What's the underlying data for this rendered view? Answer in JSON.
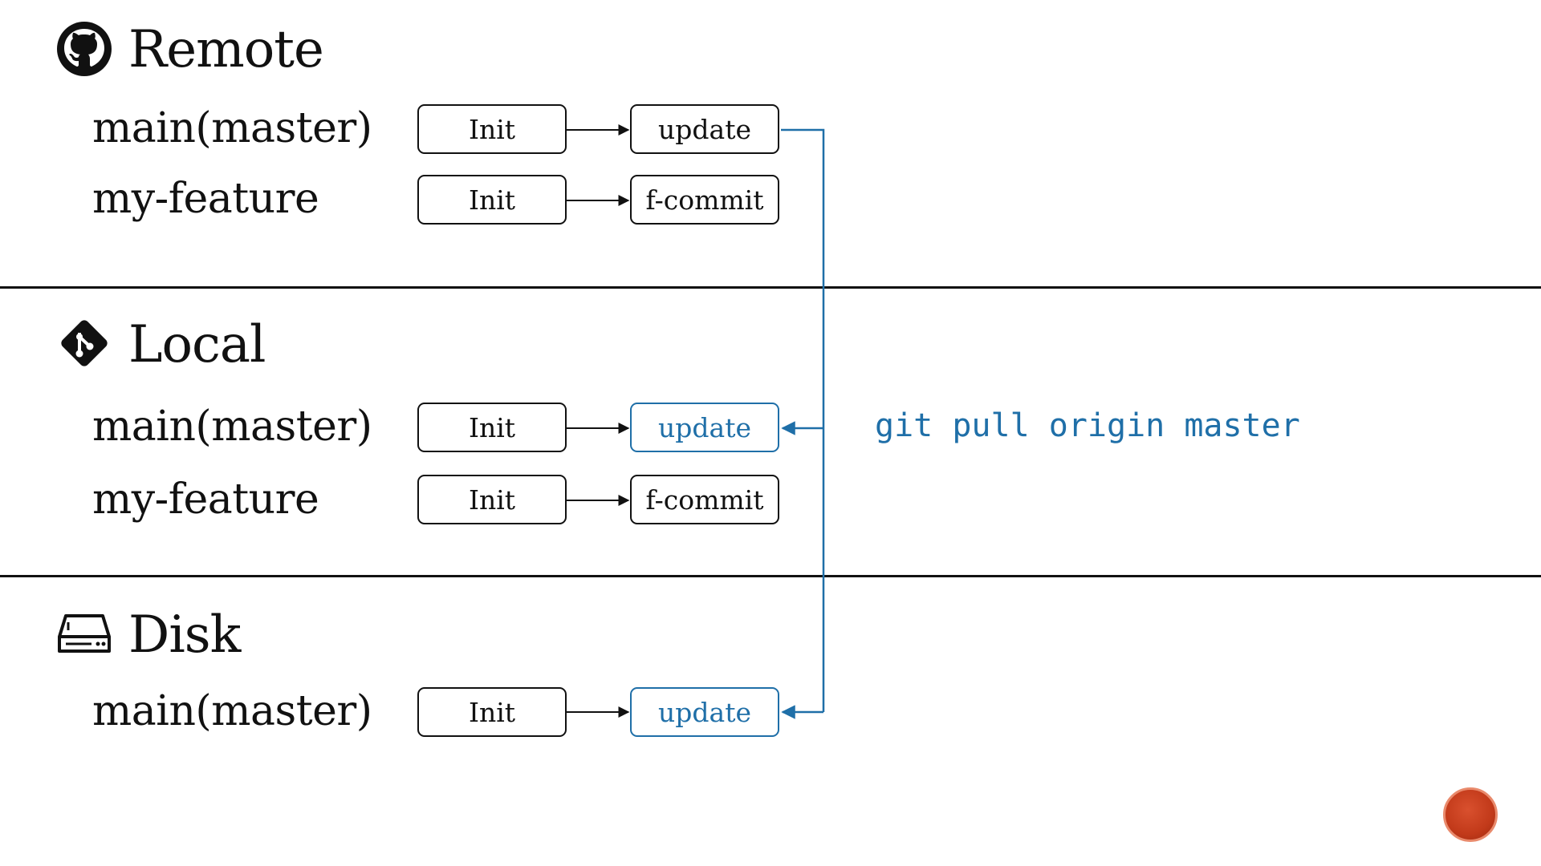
{
  "sections": {
    "remote": {
      "title": "Remote",
      "icon": "github-icon",
      "branches": [
        {
          "label": "main(master)",
          "commits": [
            "Init",
            "update"
          ]
        },
        {
          "label": "my-feature",
          "commits": [
            "Init",
            "f-commit"
          ]
        }
      ]
    },
    "local": {
      "title": "Local",
      "icon": "git-icon",
      "branches": [
        {
          "label": "main(master)",
          "commits": [
            "Init",
            "update"
          ]
        },
        {
          "label": "my-feature",
          "commits": [
            "Init",
            "f-commit"
          ]
        }
      ]
    },
    "disk": {
      "title": "Disk",
      "icon": "hard-drive-icon",
      "branches": [
        {
          "label": "main(master)",
          "commits": [
            "Init",
            "update"
          ]
        }
      ]
    }
  },
  "command": "git pull origin master",
  "colors": {
    "accent": "#1f6fa8",
    "ink": "#111111",
    "record_button": "#c23a1a"
  },
  "controls": {
    "record_button_icon": "record-icon"
  }
}
